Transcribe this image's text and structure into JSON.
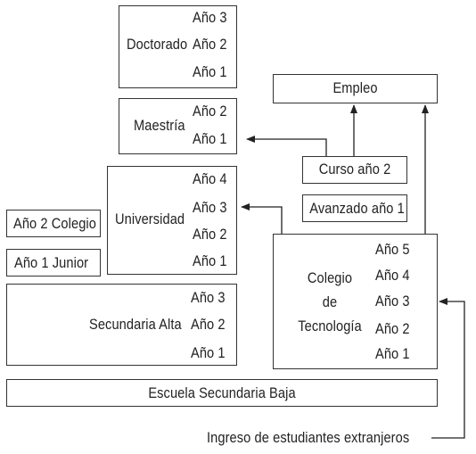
{
  "doctorado": {
    "label": "Doctorado",
    "years": [
      "Año 3",
      "Año 2",
      "Año 1"
    ]
  },
  "maestria": {
    "label": "Maestría",
    "years": [
      "Año 2",
      "Año 1"
    ]
  },
  "universidad": {
    "label": "Universidad",
    "years": [
      "Año 4",
      "Año 3",
      "Año 2",
      "Año 1"
    ]
  },
  "colegio_jr": {
    "year2": "Año 2 Colegio",
    "year1": "Año 1 Junior"
  },
  "secundaria_alta": {
    "label": "Secundaria Alta",
    "years": [
      "Año 3",
      "Año 2",
      "Año 1"
    ]
  },
  "escuela_baja": {
    "label": "Escuela Secundaria Baja"
  },
  "empleo": {
    "label": "Empleo"
  },
  "curso": {
    "label": "Curso año 2"
  },
  "avanzado": {
    "label": "Avanzado año 1"
  },
  "tecnologia": {
    "label_lines": [
      "Colegio",
      "de",
      "Tecnología"
    ],
    "years": [
      "Año 5",
      "Año 4",
      "Año 3",
      "Año 2",
      "Año 1"
    ]
  },
  "ingreso": {
    "label": "Ingreso de estudiantes extranjeros"
  }
}
